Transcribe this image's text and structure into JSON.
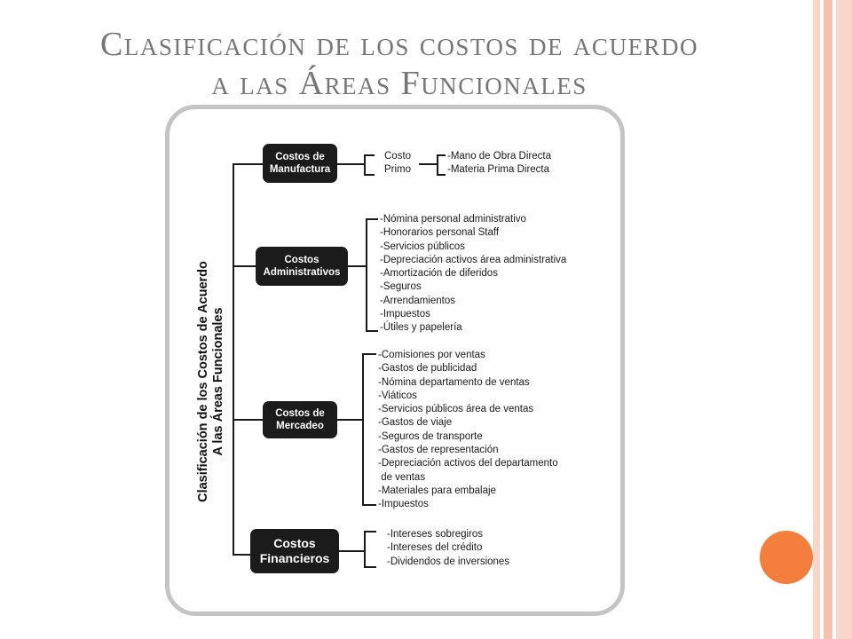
{
  "title": {
    "line1": "Clasificación de los costos de acuerdo",
    "line2": "a las Áreas Funcionales"
  },
  "diagram": {
    "root": {
      "line1": "Clasificación de los Costos de Acuerdo",
      "line2": "A las Áreas Funcionales"
    },
    "manufactura": {
      "label1": "Costos de",
      "label2": "Manufactura",
      "sub1": "Costo",
      "sub2": "Primo",
      "items": [
        "-Mano de Obra Directa",
        "-Materia Prima Directa"
      ]
    },
    "administrativos": {
      "label1": "Costos",
      "label2": "Administrativos",
      "items": [
        "-Nómina personal administrativo",
        "-Honorarios personal Staff",
        "-Servicios públicos",
        "-Depreciación activos área administrativa",
        "-Amortización de diferidos",
        "-Seguros",
        "-Arrendamientos",
        "-Impuestos",
        "-Útiles y papelería"
      ]
    },
    "mercadeo": {
      "label1": "Costos de",
      "label2": "Mercadeo",
      "items": [
        "-Comisiones por ventas",
        "-Gastos de publicidad",
        "-Nómina departamento de ventas",
        "-Viáticos",
        "-Servicios públicos área de ventas",
        "-Gastos de viaje",
        "-Seguros de transporte",
        "-Gastos de representación",
        "-Depreciación activos del departamento",
        " de ventas",
        "-Materiales para embalaje",
        "-Impuestos"
      ]
    },
    "financieros": {
      "label1": "Costos",
      "label2": "Financieros",
      "items": [
        "-Intereses sobregiros",
        "-Intereses del crédito",
        "-Dividendos de inversiones"
      ]
    }
  },
  "colors": {
    "title": "#767676",
    "accent_orange": "#f47e3c",
    "stripe": "#f9d6c9",
    "box": "#1b1b1b"
  }
}
